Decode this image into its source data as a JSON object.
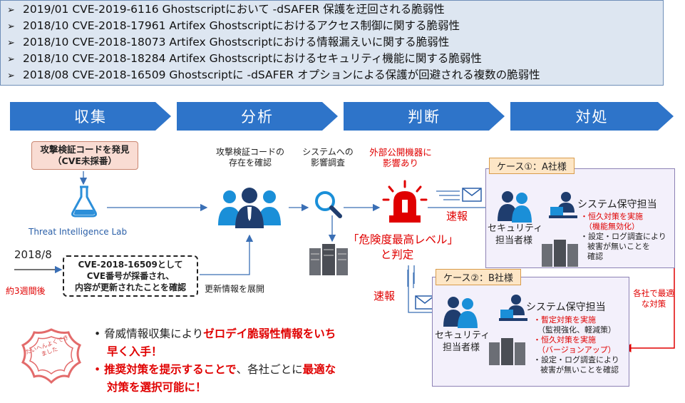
{
  "cve_list": [
    "2019/01 CVE-2019-6116 Ghostscriptにおいて -dSAFER 保護を迂回される脆弱性",
    "2018/10 CVE-2018-17961 Artifex Ghostscriptにおけるアクセス制御に関する脆弱性",
    "2018/10 CVE-2018-18073 Artifex Ghostscriptにおける情報漏えいに関する脆弱性",
    "2018/10 CVE-2018-18284 Artifex Ghostscriptにおけるセキュリティ機能に関する脆弱性",
    "2018/08 CVE-2018-16509 Ghostscriptに -dSAFER オプションによる保護が回避される複数の脆弱性"
  ],
  "bullet_marker": "➢",
  "phases": [
    "収集",
    "分析",
    "判断",
    "対処"
  ],
  "collect": {
    "discovery_line1": "攻撃検証コードを発見",
    "discovery_line2": "（CVE未採番）",
    "lab_label": "Threat Intelligence Lab",
    "date": "2018/8",
    "weeks_later": "約3週間後",
    "update_line1": "CVE-2018-16509として",
    "update_line2": "CVE番号が採番され、",
    "update_line3": "内容が更新されたことを確認"
  },
  "analysis": {
    "check_line1": "攻撃検証コードの",
    "check_line2": "存在を確認",
    "deploy": "更新情報を展開"
  },
  "judgment": {
    "impact_line1": "システムへの",
    "impact_line2": "影響調査",
    "external_line1": "外部公開機器に",
    "external_line2": "影響あり",
    "danger_line1": "「危険度最高レベル」",
    "danger_line2": "と判定"
  },
  "action": {
    "quick_report_1": "速報",
    "quick_report_2": "速報",
    "optimal_line1": "各社で最適",
    "optimal_line2": "な対策",
    "case1": {
      "title": "ケース①：A社様",
      "security": [
        "セキュリティ",
        "担当者様"
      ],
      "maintenance": "システム保守担当",
      "items": [
        {
          "text": "・恒久対策を実施",
          "red": true
        },
        {
          "text": "（機能無効化）",
          "red": true
        },
        {
          "text": "・設定・ログ調査により",
          "red": false
        },
        {
          "text": "被害が無いことを",
          "red": false
        },
        {
          "text": "確認",
          "red": false
        }
      ]
    },
    "case2": {
      "title": "ケース②：B社様",
      "security": [
        "セキュリティ",
        "担当者様"
      ],
      "maintenance": "システム保守担当",
      "items": [
        {
          "text": "・暫定対策を実施",
          "red": true
        },
        {
          "text": "（監視強化、軽減策）",
          "red": false
        },
        {
          "text": "・恒久対策を実施",
          "red": true
        },
        {
          "text": "（バージョンアップ）",
          "red": true
        },
        {
          "text": "・設定・ログ調査により",
          "red": false
        },
        {
          "text": "被害が無いことを確認",
          "red": false
        }
      ]
    }
  },
  "stamp_text": "たいへんよくできました",
  "summary": {
    "b1_pre": "脅威情報収集により",
    "b1_red": "ゼロデイ脆弱性情報をいち",
    "b1_red2": "早く入手！",
    "b2_a": "推奨対策を提示することで",
    "b2_b": "、各社ごとに",
    "b2_c": "最適な",
    "b2_d": "対策を選択可能に！"
  },
  "colors": {
    "accent_blue": "#2e74c9",
    "red": "#e00000",
    "box_fill": "#dde6f1",
    "icon_navy": "#1f3d6e",
    "icon_blue": "#1a8fd8"
  }
}
